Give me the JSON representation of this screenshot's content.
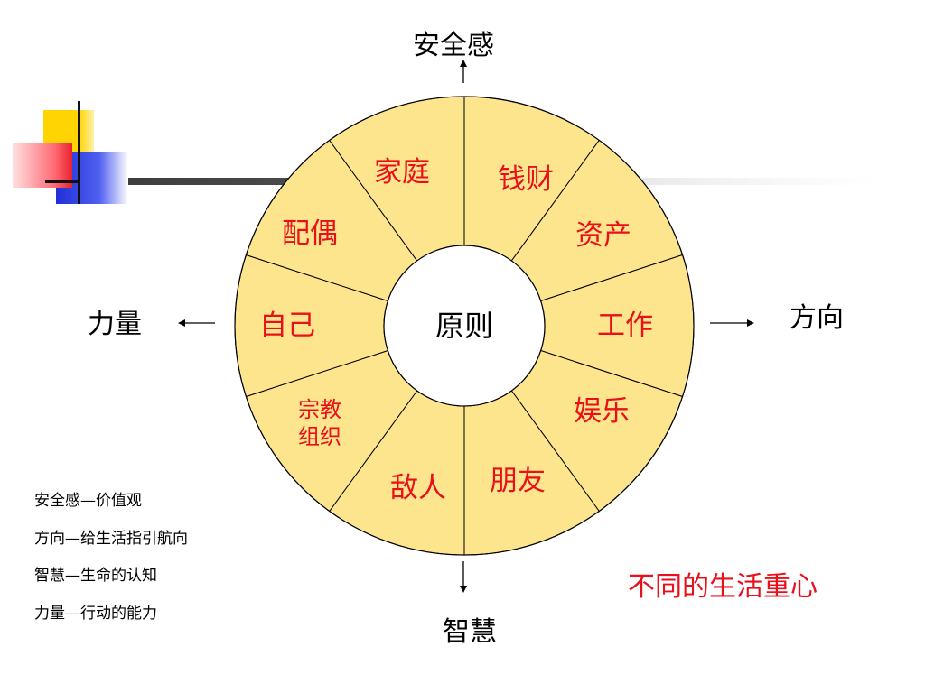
{
  "diagram": {
    "center_label": "原则",
    "segments": [
      {
        "label": "家庭"
      },
      {
        "label": "钱财"
      },
      {
        "label": "资产"
      },
      {
        "label": "工作"
      },
      {
        "label": "娱乐"
      },
      {
        "label": "朋友"
      },
      {
        "label": "敌人"
      },
      {
        "label": "宗教",
        "label2": "组织"
      },
      {
        "label": "自己"
      },
      {
        "label": "配偶"
      }
    ],
    "directions": {
      "top": "安全感",
      "right": "方向",
      "bottom": "智慧",
      "left": "力量"
    },
    "colors": {
      "segment_fill": "#fde58e",
      "segment_text": "#e8101a",
      "outline": "#000000"
    }
  },
  "notes": [
    "安全感—价值观",
    "方向—给生活指引航向",
    "智慧—生命的认知",
    "力量—行动的能力"
  ],
  "caption": "不同的生活重心"
}
